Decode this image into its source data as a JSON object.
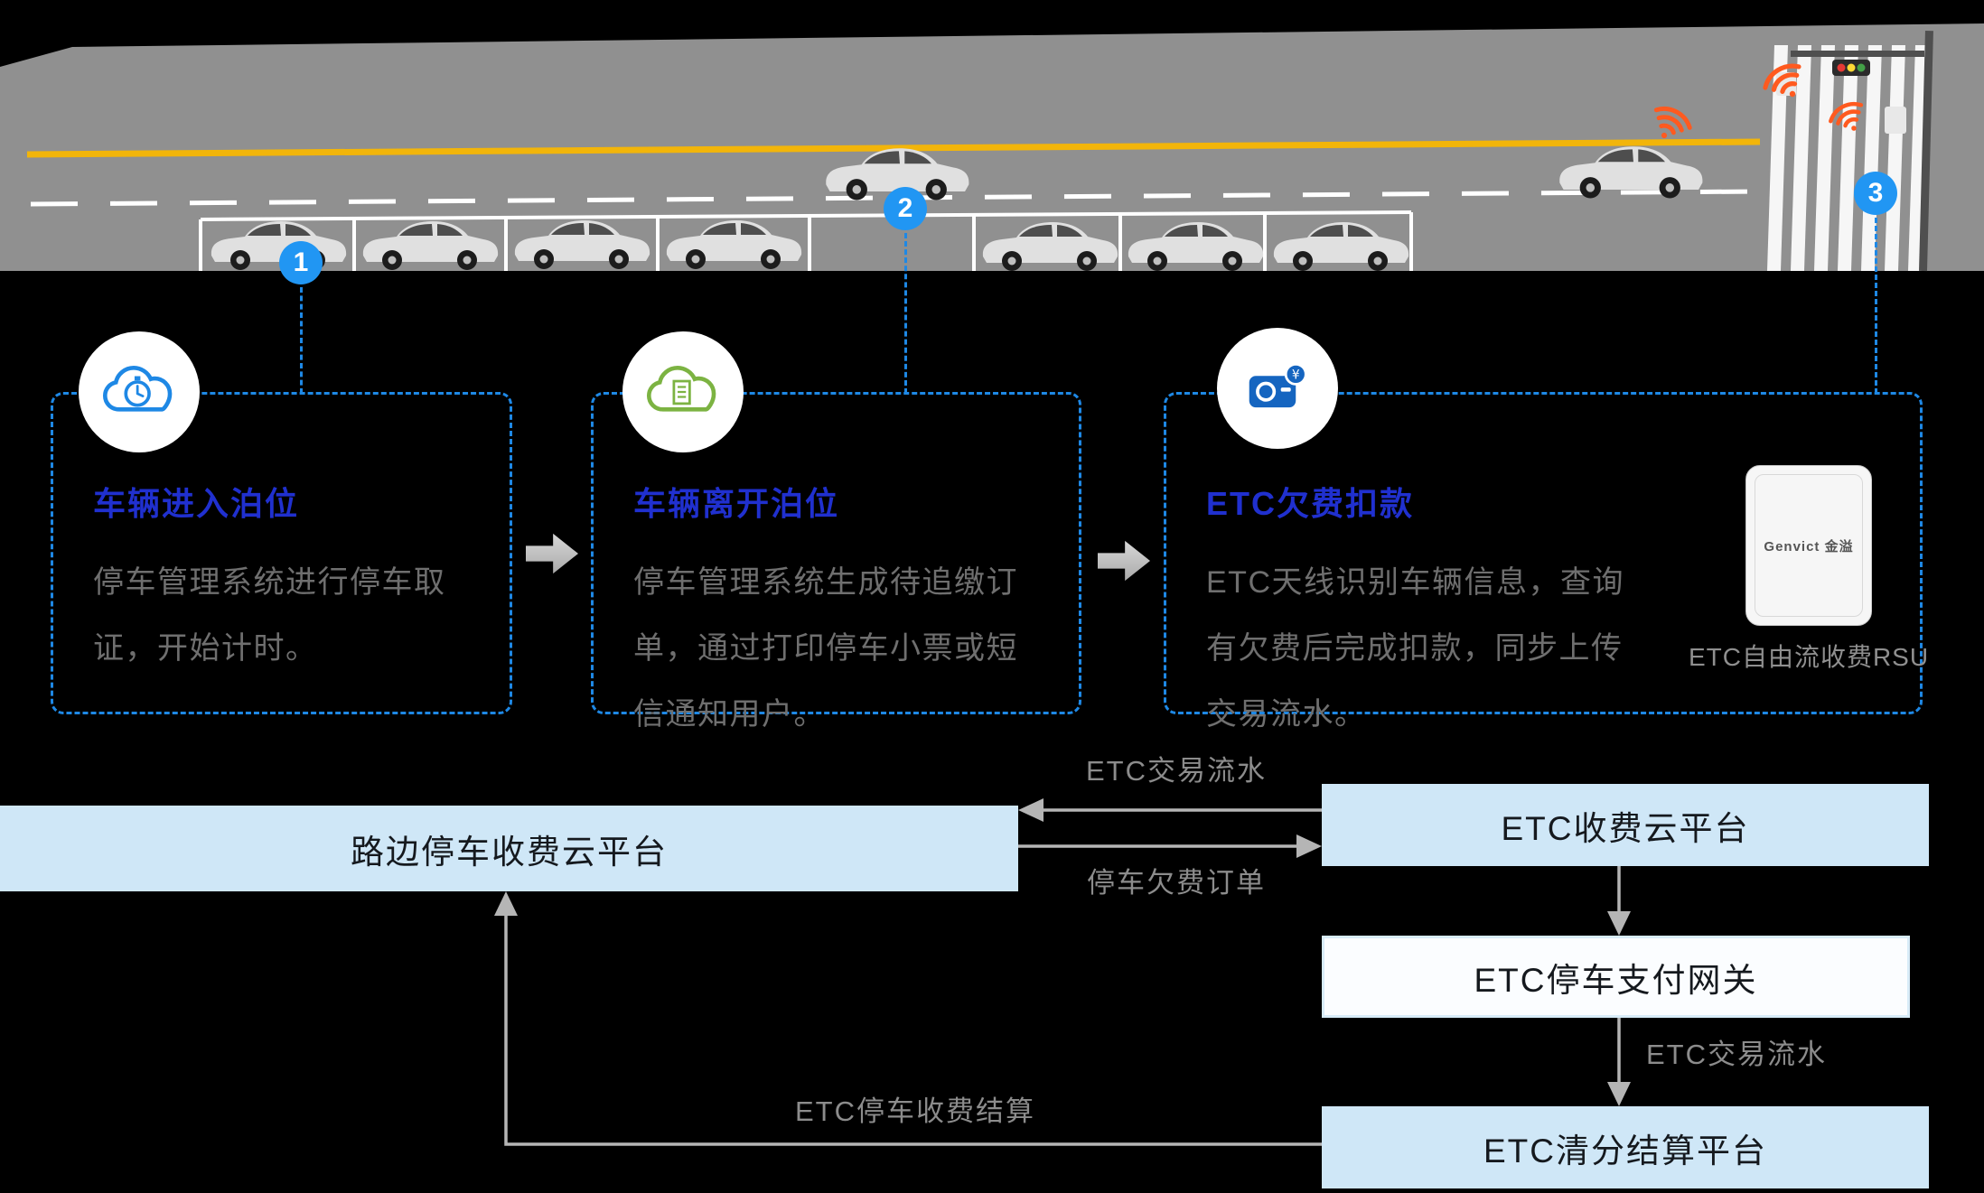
{
  "colors": {
    "accent_blue": "#1e88e5",
    "marker_blue": "#2196f3",
    "title_blue": "#2030cf",
    "step_green": "#7cb342",
    "device_blue": "#1565c0",
    "panel_light_blue": "#cfe7f7",
    "road_gray": "#909090",
    "lane_yellow": "#f2b50a",
    "signal_orange": "#ff5a1f",
    "label_gray": "#8c8c8c",
    "body_text_gray": "#6f6f6f"
  },
  "steps": [
    {
      "number": "1",
      "title": "车辆进入泊位",
      "body": "停车管理系统进行停车取证，开始计时。",
      "icon": "cloud-timer-icon"
    },
    {
      "number": "2",
      "title": "车辆离开泊位",
      "body": "停车管理系统生成待追缴订单，通过打印停车小票或短信通知用户。",
      "icon": "cloud-receipt-icon"
    },
    {
      "number": "3",
      "title": "ETC欠费扣款",
      "body": "ETC天线识别车辆信息，查询有欠费后完成扣款，同步上传交易流水。",
      "icon": "etc-camera-money-icon"
    }
  ],
  "rsu": {
    "brand": "Genvict 金溢",
    "label": "ETC自由流收费RSU"
  },
  "flow": {
    "roadside_platform": "路边停车收费云平台",
    "etc_cloud": "ETC收费云平台",
    "payment_gateway": "ETC停车支付网关",
    "clearing_platform": "ETC清分结算平台",
    "labels": {
      "txn_flow_top": "ETC交易流水",
      "arrears_order": "停车欠费订单",
      "txn_flow_right": "ETC交易流水",
      "settlement": "ETC停车收费结算"
    }
  }
}
